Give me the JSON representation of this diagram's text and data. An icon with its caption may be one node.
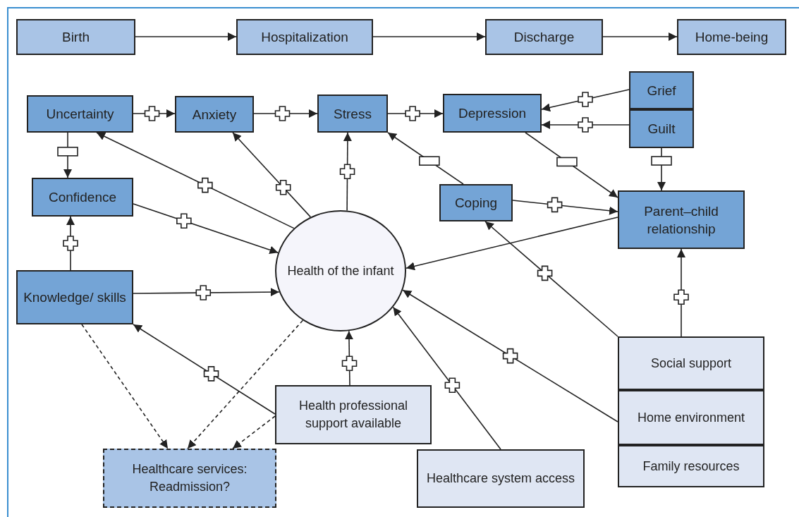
{
  "diagram": {
    "nodes": [
      {
        "text": [
          "Birth"
        ]
      },
      {
        "text": [
          "Hospitalization"
        ]
      },
      {
        "text": [
          "Discharge"
        ]
      },
      {
        "text": [
          "Home-being"
        ]
      },
      {
        "text": [
          "Uncertainty"
        ]
      },
      {
        "text": [
          "Anxiety"
        ]
      },
      {
        "text": [
          "Stress"
        ]
      },
      {
        "text": [
          "Depression"
        ]
      },
      {
        "text": [
          "Grief"
        ]
      },
      {
        "text": [
          "Guilt"
        ]
      },
      {
        "text": [
          "Confidence"
        ]
      },
      {
        "text": [
          "Coping"
        ]
      },
      {
        "text": [
          "Parent–child relationship"
        ]
      },
      {
        "text": [
          "Health of the infant"
        ]
      },
      {
        "text": [
          "Knowledge/ skills"
        ]
      },
      {
        "text": [
          "Social support"
        ]
      },
      {
        "text": [
          "Home environment"
        ]
      },
      {
        "text": [
          "Family resources"
        ]
      },
      {
        "text": [
          "Health professional support available"
        ]
      },
      {
        "text": [
          "Healthcare services: Readmission?"
        ]
      },
      {
        "text": [
          "Healthcare system access"
        ]
      }
    ],
    "edges": [
      {
        "from": 0,
        "to": 1,
        "arrow": "to"
      },
      {
        "from": 1,
        "to": 2,
        "arrow": "to"
      },
      {
        "from": 2,
        "to": 3,
        "arrow": "to"
      },
      {
        "from": 4,
        "to": 5,
        "arrow": "to"
      },
      {
        "from": 5,
        "to": 6,
        "arrow": "to"
      },
      {
        "from": 6,
        "to": 7,
        "arrow": "to"
      },
      {
        "from": 8,
        "to": 7,
        "arrow": "to"
      },
      {
        "from": 9,
        "to": 7,
        "arrow": "to"
      },
      {
        "from": 4,
        "to": 10,
        "arrow": "to"
      },
      {
        "from": 13,
        "to": 4,
        "arrow": "to"
      },
      {
        "from": 13,
        "to": 5,
        "arrow": "to"
      },
      {
        "from": 13,
        "to": 6,
        "arrow": "to"
      },
      {
        "from": 11,
        "to": 6,
        "arrow": "to"
      },
      {
        "from": 7,
        "to": 12,
        "arrow": "to"
      },
      {
        "from": 9,
        "to": 12,
        "arrow": "to"
      },
      {
        "from": 11,
        "to": 12,
        "arrow": "to"
      },
      {
        "from": 10,
        "to": 13,
        "arrow": "to"
      },
      {
        "from": 12,
        "to": 13,
        "arrow": "to"
      },
      {
        "from": 14,
        "to": 10,
        "arrow": "to"
      },
      {
        "from": 14,
        "to": 13,
        "arrow": "to"
      },
      {
        "from": 15,
        "to": 11,
        "arrow": "to"
      },
      {
        "from": 15,
        "to": 12,
        "arrow": "to"
      },
      {
        "from": 16,
        "to": 13,
        "arrow": "to"
      },
      {
        "from": 20,
        "to": 13,
        "arrow": "to"
      },
      {
        "from": 18,
        "to": 13,
        "arrow": "to"
      },
      {
        "from": 18,
        "to": 14,
        "arrow": "to"
      },
      {
        "from": 14,
        "to": 19,
        "arrow": "to",
        "style": "dashed"
      },
      {
        "from": 13,
        "to": 19,
        "arrow": "to",
        "style": "dashed"
      },
      {
        "from": 18,
        "to": 19,
        "arrow": "to",
        "style": "dashed"
      }
    ]
  }
}
